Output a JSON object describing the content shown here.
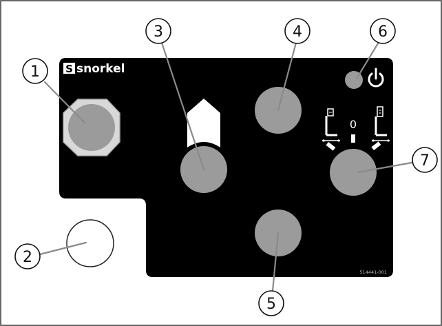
{
  "panel": {
    "brand_text": "snorkel",
    "brand_logo_letter": "S",
    "part_number": "514441-001",
    "selector_center_label": "0"
  },
  "callouts": [
    {
      "id": 1,
      "label": "1"
    },
    {
      "id": 2,
      "label": "2"
    },
    {
      "id": 3,
      "label": "3"
    },
    {
      "id": 4,
      "label": "4"
    },
    {
      "id": 5,
      "label": "5"
    },
    {
      "id": 6,
      "label": "6"
    },
    {
      "id": 7,
      "label": "7"
    }
  ],
  "icons": {
    "drive_direction": "arrow-up-house-icon",
    "power": "power-icon",
    "left_mode": "platform-lift-icon",
    "right_mode": "platform-lift-icon"
  },
  "colors": {
    "panel": "#000000",
    "knob": "#9b9b9b",
    "bezel": "#d8d8d8",
    "leader": "#8a8a8a",
    "border": "#333333"
  }
}
